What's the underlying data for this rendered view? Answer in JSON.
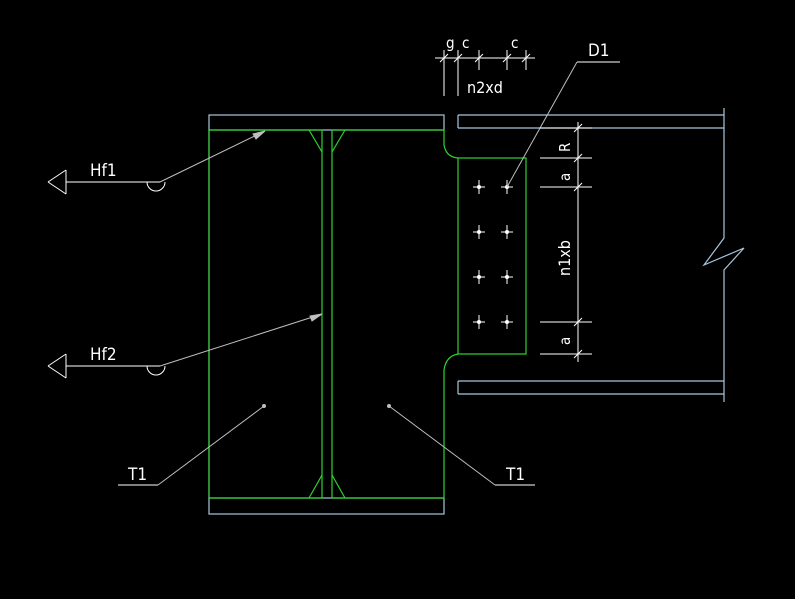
{
  "colors": {
    "background": "#000000",
    "outline": "#a9c6dc",
    "weld": "#2fd32f",
    "leader": "#bfbfbf",
    "text": "#ffffff"
  },
  "labels": {
    "hf1": "Hf1",
    "hf2": "Hf2",
    "t1_left": "T1",
    "t1_right": "T1",
    "d1": "D1",
    "dim_g": "g",
    "dim_c1": "c",
    "dim_c2": "c",
    "dim_n2xd": "n2xd",
    "dim_r": "R",
    "dim_a_top": "a",
    "dim_n1xb": "n1xb",
    "dim_a_bottom": "a"
  },
  "bolts": {
    "rows": 4,
    "columns": 2
  }
}
